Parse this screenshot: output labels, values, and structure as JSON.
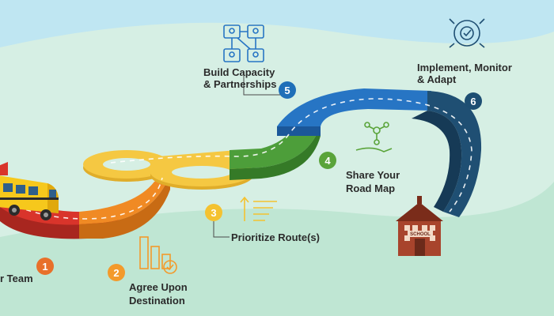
{
  "steps": [
    {
      "number": "1",
      "label_line1": "r Team",
      "label_line2": "",
      "color": "#e8702a"
    },
    {
      "number": "2",
      "label_line1": "Agree Upon",
      "label_line2": "Destination",
      "color": "#f39a2b"
    },
    {
      "number": "3",
      "label_line1": "Prioritize Route(s)",
      "label_line2": "",
      "color": "#f4c230"
    },
    {
      "number": "4",
      "label_line1": "Share Your",
      "label_line2": "Road Map",
      "color": "#5aa43a"
    },
    {
      "number": "5",
      "label_line1": "Build Capacity",
      "label_line2": "& Partnerships",
      "color": "#1f6fb8"
    },
    {
      "number": "6",
      "label_line1": "Implement, Monitor",
      "label_line2": "& Adapt",
      "color": "#1d4e72"
    }
  ],
  "school": {
    "sign": "SCHOOL"
  },
  "colors": {
    "sky": "#bfe6f2",
    "hill_back": "#d6efe4",
    "hill_front": "#bfe6d3",
    "road_red": "#d9342b",
    "road_orange": "#f08a24",
    "road_yellow": "#f5c842",
    "road_green": "#4d9e3a",
    "road_blue": "#2775c4",
    "road_navy": "#1f4f73",
    "bus_yellow": "#f6c81c",
    "school_brick": "#a8442c"
  },
  "icons": [
    "team-network-icon",
    "cycle-check-icon",
    "hand-network-icon",
    "priority-list-icon",
    "bar-chart-check-icon"
  ]
}
